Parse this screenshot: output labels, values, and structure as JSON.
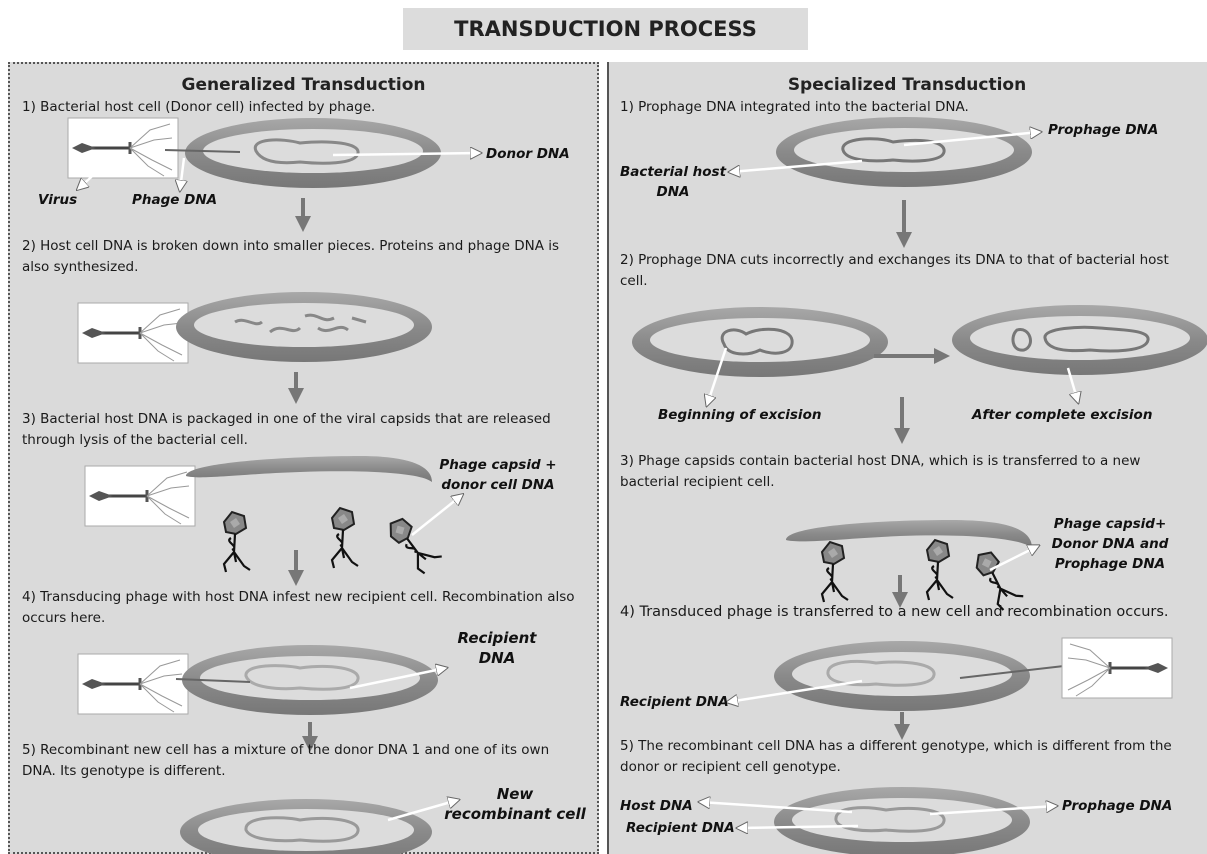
{
  "title": "TRANSDUCTION PROCESS",
  "generalized": {
    "heading": "Generalized Transduction",
    "steps": [
      "1) Bacterial host cell (Donor cell) infected by phage.",
      "2) Host cell DNA is broken down into smaller pieces. Proteins and phage DNA is also synthesized.",
      "3) Bacterial host DNA is packaged in one of the viral capsids that are released through lysis of the bacterial cell.",
      "4) Transducing phage with host DNA infest new recipient  cell. Recombination also occurs here.",
      "5) Recombinant new cell has a mixture of the donor DNA 1 and one of its own DNA. Its genotype is different."
    ],
    "labels": {
      "virus": "Virus",
      "phage_dna": "Phage DNA",
      "donor_dna": "Donor DNA",
      "capsid_line1": "Phage capsid +",
      "capsid_line2": "donor cell DNA",
      "recipient_line1": "Recipient",
      "recipient_line2": "DNA",
      "new_line1": "New",
      "new_line2": "recombinant cell"
    }
  },
  "specialized": {
    "heading": "Specialized Transduction",
    "steps": [
      "1) Prophage DNA integrated into the bacterial DNA.",
      "2)  Prophage DNA cuts incorrectly and exchanges its DNA to that of bacterial host cell.",
      "3) Phage capsids contain bacterial host DNA, which is is transferred to a new bacterial recipient cell.",
      "4) Transduced phage is transferred to a new cell and recombination occurs.",
      "5) The recombinant cell DNA has a different genotype, which is different from the donor or recipient cell genotype."
    ],
    "labels": {
      "prophage_dna": "Prophage DNA",
      "bacterial_host_line1": "Bacterial host",
      "bacterial_host_line2": "DNA",
      "beginning_excision": "Beginning of excision",
      "after_excision": "After complete excision",
      "capsid_line1": "Phage capsid+",
      "capsid_line2": "Donor DNA and",
      "capsid_line3": "Prophage DNA",
      "recipient_dna": "Recipient DNA",
      "host_dna": "Host DNA",
      "recipient_dna_2": "Recipient DNA",
      "prophage_dna_2": "Prophage DNA"
    }
  }
}
